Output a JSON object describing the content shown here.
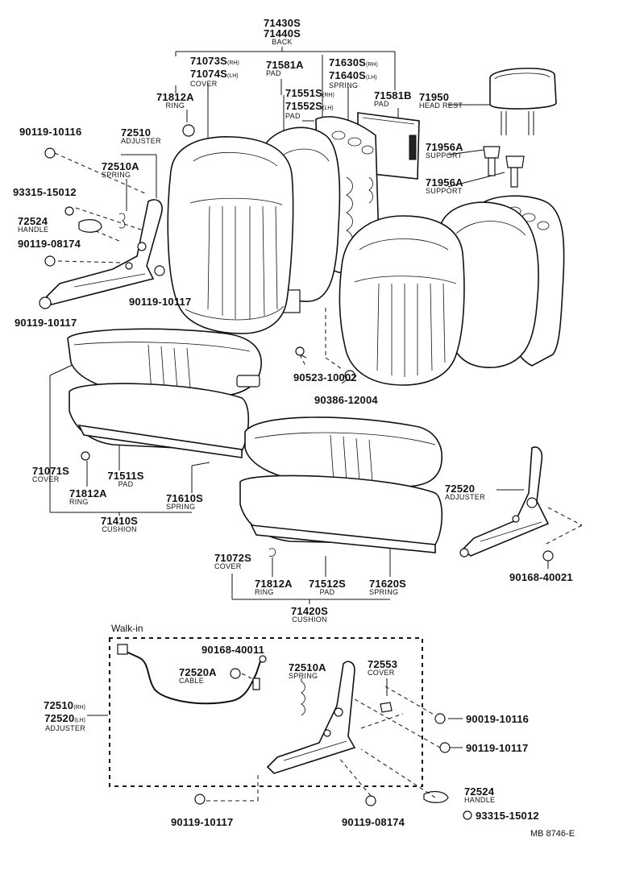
{
  "seat_back_assembly": {
    "part_no_1": "71430S",
    "part_no_2": "71440S",
    "name": "BACK"
  },
  "back_cover": {
    "part_no_1": "71073S",
    "side_1": "(RH)",
    "part_no_2": "71074S",
    "side_2": "(LH)",
    "name": "COVER"
  },
  "back_pad_center": {
    "part_no": "71581A",
    "name": "PAD"
  },
  "back_spring": {
    "part_no_1": "71630S",
    "side_1": "(RH)",
    "part_no_2": "71640S",
    "side_2": "(LH)",
    "name": "SPRING"
  },
  "back_pad_side": {
    "part_no_1": "71551S",
    "side_1": "(RH)",
    "part_no_2": "71552S",
    "side_2": "(LH)",
    "name": "PAD"
  },
  "back_pad_rear": {
    "part_no": "71581B",
    "name": "PAD"
  },
  "head_rest": {
    "part_no": "71950",
    "name": "HEAD REST"
  },
  "ring_back": {
    "part_no": "71812A",
    "name": "RING"
  },
  "support_1": {
    "part_no": "71956A",
    "name": "SUPPORT"
  },
  "support_2": {
    "part_no": "71956A",
    "name": "SUPPORT"
  },
  "bolt_top_left": {
    "part_no": "90119-10116"
  },
  "adjuster_top": {
    "part_no": "72510",
    "name": "ADJUSTER"
  },
  "spring_top": {
    "part_no": "72510A",
    "name": "SPRING"
  },
  "screw_93315": {
    "part_no": "93315-15012"
  },
  "handle_top": {
    "part_no": "72524",
    "name": "HANDLE"
  },
  "bolt_08174": {
    "part_no": "90119-08174"
  },
  "bolt_10117_a": {
    "part_no": "90119-10117"
  },
  "bolt_10117_b": {
    "part_no": "90119-10117"
  },
  "nut_10002": {
    "part_no": "90523-10002"
  },
  "nut_12004": {
    "part_no": "90386-12004"
  },
  "cushion_cover_1": {
    "part_no": "71071S",
    "name": "COVER"
  },
  "cushion_pad_1": {
    "part_no": "71511S",
    "name": "PAD"
  },
  "cushion_ring_1": {
    "part_no": "71812A",
    "name": "RING"
  },
  "cushion_spring_1": {
    "part_no": "71610S",
    "name": "SPRING"
  },
  "cushion_1": {
    "part_no": "71410S",
    "name": "CUSHION"
  },
  "adjuster_right": {
    "part_no": "72520",
    "name": "ADJUSTER"
  },
  "bolt_40021": {
    "part_no": "90168-40021"
  },
  "cushion_cover_2": {
    "part_no": "71072S",
    "name": "COVER"
  },
  "cushion_ring_2": {
    "part_no": "71812A",
    "name": "RING"
  },
  "cushion_pad_2": {
    "part_no": "71512S",
    "name": "PAD"
  },
  "cushion_spring_2": {
    "part_no": "71620S",
    "name": "SPRING"
  },
  "cushion_2": {
    "part_no": "71420S",
    "name": "CUSHION"
  },
  "walk_in": {
    "title": "Walk-in",
    "bolt_40011": {
      "part_no": "90168-40011"
    },
    "cable": {
      "part_no": "72520A",
      "name": "CABLE"
    },
    "spring": {
      "part_no": "72510A",
      "name": "SPRING"
    },
    "cover": {
      "part_no": "72553",
      "name": "COVER"
    },
    "adjuster": {
      "part_no_1": "72510",
      "side_1": "(RH)",
      "part_no_2": "72520",
      "side_2": "(LH)",
      "name": "ADJUSTER"
    },
    "bolt_10116": {
      "part_no": "90019-10116"
    },
    "bolt_10117": {
      "part_no": "90119-10117"
    },
    "handle": {
      "part_no": "72524",
      "name": "HANDLE"
    },
    "screw": {
      "part_no": "93315-15012"
    },
    "bolt_10117_bottom": {
      "part_no": "90119-10117"
    },
    "bolt_08174_bottom": {
      "part_no": "90119-08174"
    }
  },
  "figure_code": "MB 8746-E"
}
